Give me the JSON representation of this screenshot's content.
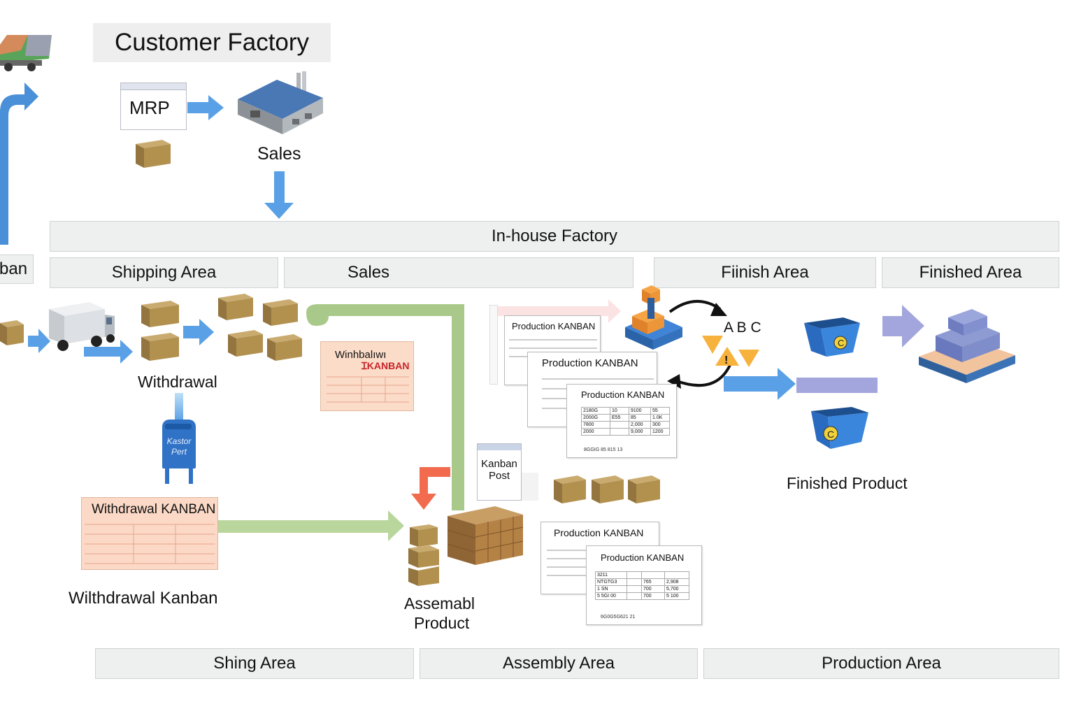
{
  "customer": {
    "title": "Customer Factory",
    "mrp_label": "MRP",
    "sales_label": "Sales"
  },
  "edge": {
    "partial_label": "ban"
  },
  "inhouse": {
    "title": "In-house Factory"
  },
  "top_areas": {
    "shipping": "Shipping Area",
    "sales": "Sales",
    "finish": "Fiinish Area",
    "finished": "Finished Area"
  },
  "bottom_areas": {
    "shing": "Shing Area",
    "assembly": "Assembly Area",
    "production": "Production Area"
  },
  "labels": {
    "withdrawal": "Withdrawal",
    "withdrawal_kanban": "Wilthdrawal Kanban",
    "assembl_product_1": "Assemabl",
    "assembl_product_2": "Product",
    "finished_product": "Finished Product",
    "abc": "A  B  C"
  },
  "kanban_post_small": {
    "line1": "Kastor",
    "line2": "Pert"
  },
  "kanban_post": {
    "line1": "Kanban",
    "line2": "Post"
  },
  "cards": {
    "winhbal_line1": "Winhbalıwı",
    "winhbal_line2": "ꞮKANBAN",
    "withdrawal_card": "Withdrawal KANBAN",
    "production_1": "Production KANBAN",
    "production_2": "Production KANBAN",
    "production_3": "Production  KANBAN",
    "production_4": "Production KANBAN",
    "production_5": "Production KANBAN"
  },
  "table_3": {
    "rows": [
      [
        "2180G",
        "10",
        "9100",
        "55"
      ],
      [
        "2000G",
        "E55",
        "85",
        "1.0K"
      ],
      [
        "7800",
        "",
        "2,000",
        "300"
      ],
      [
        "2000",
        "",
        "9,000",
        "1200"
      ]
    ],
    "footer": "8GGIG 85 815  13"
  },
  "table_5": {
    "rows": [
      [
        "3211",
        "",
        "",
        ""
      ],
      [
        "NTGTG3",
        "",
        "765",
        "2,908"
      ],
      [
        "1 SN",
        "",
        "700",
        "5,700"
      ],
      [
        "5 5GI 00",
        "",
        "700",
        "5 100"
      ]
    ],
    "footer": "6G0G5G621 21"
  },
  "bins": {
    "bin_letter": "C"
  },
  "colors": {
    "blue_arrow": "#4a90d9",
    "green_flow": "#a9c98a",
    "red_arrow": "#f26b4f",
    "purple_arrow": "#9e9fd6",
    "box_tan": "#a88a52",
    "band_bg": "#eef0f0",
    "kanban_card": "#fbd9c6"
  }
}
